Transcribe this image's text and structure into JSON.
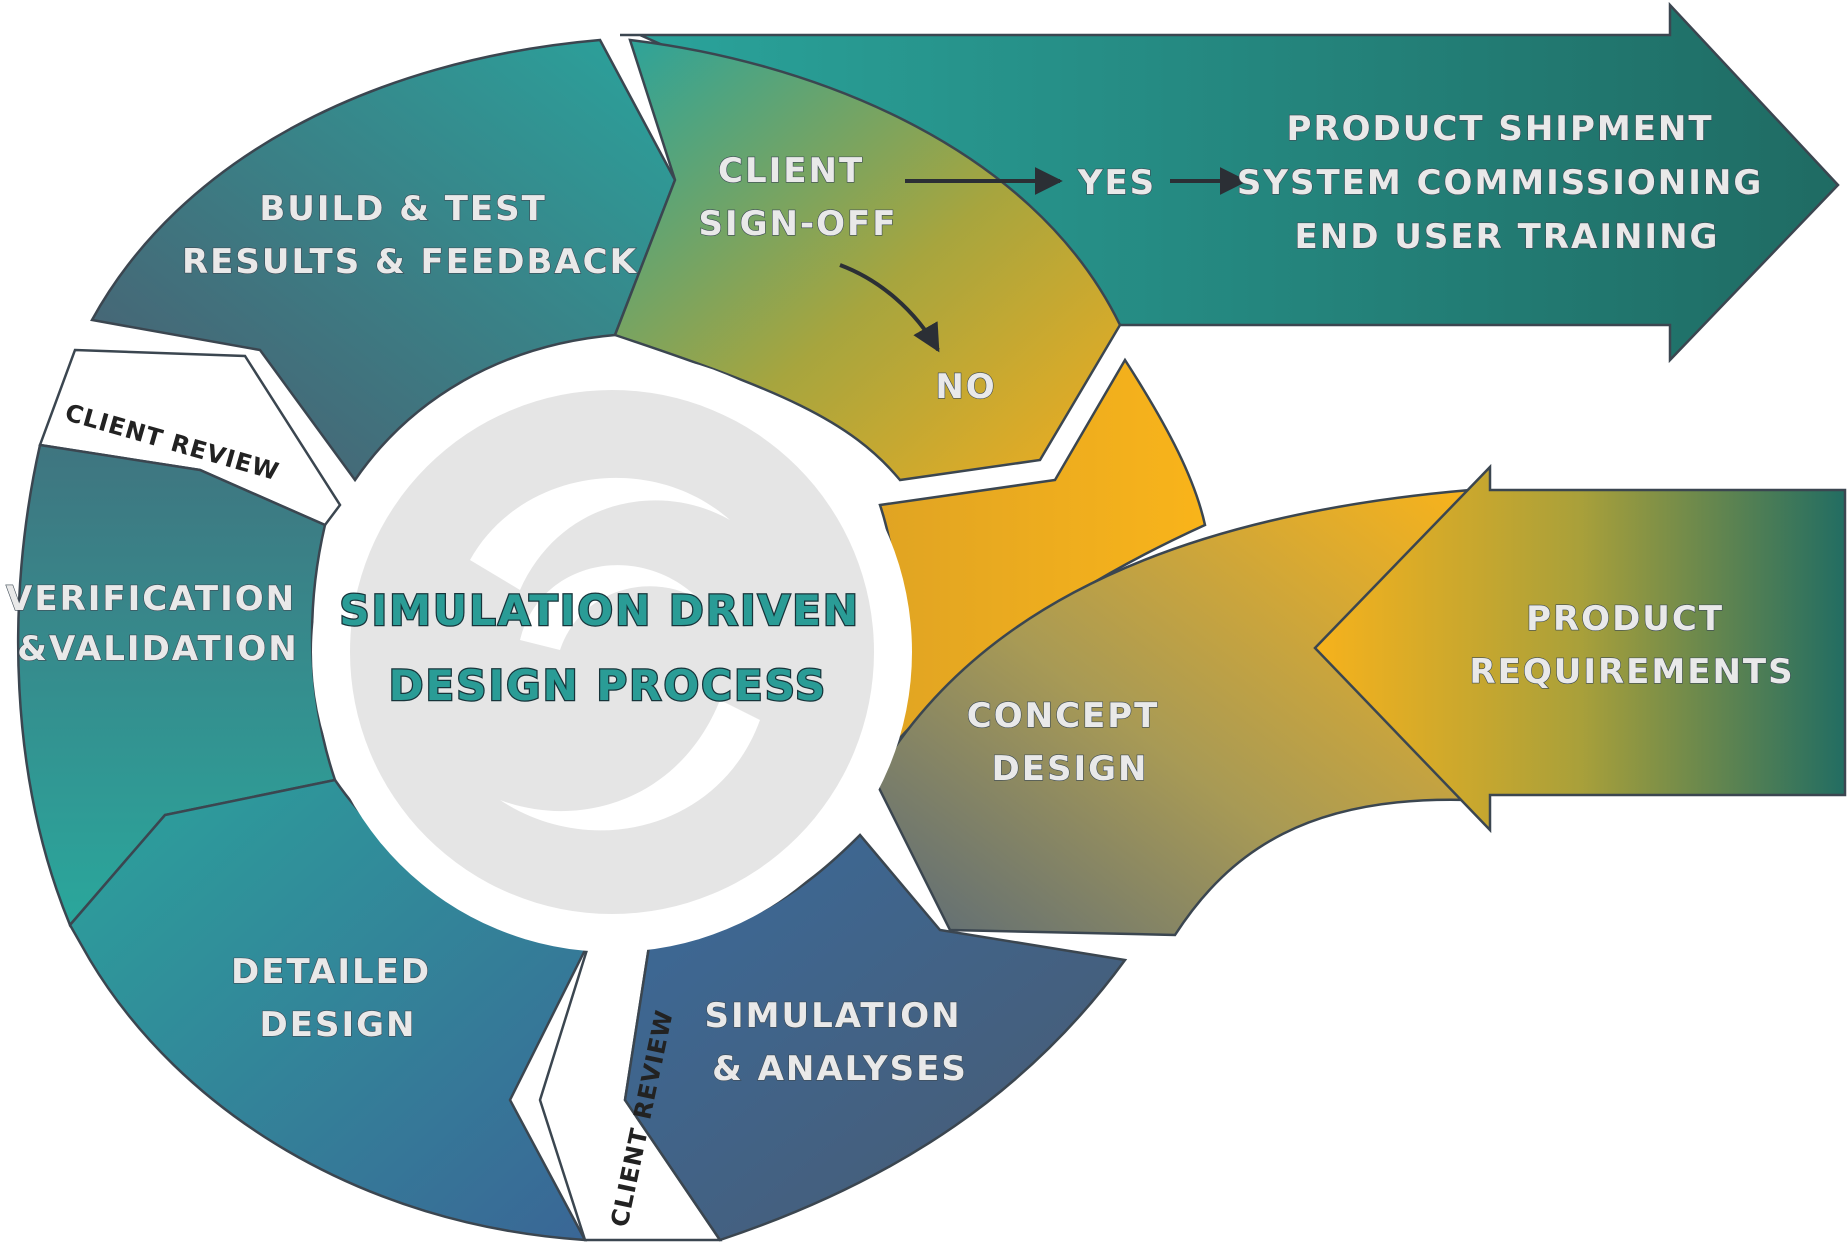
{
  "center_title": [
    "SIMULATION DRIVEN",
    "DESIGN PROCESS"
  ],
  "stages": {
    "build_test": [
      "BUILD & TEST",
      "RESULTS & FEEDBACK"
    ],
    "client_signoff": [
      "CLIENT",
      "SIGN-OFF"
    ],
    "yes": "YES",
    "no": "NO",
    "shipment": [
      "PRODUCT SHIPMENT",
      "SYSTEM COMMISSIONING",
      "END USER TRAINING"
    ],
    "product_requirements": [
      "PRODUCT",
      "REQUIREMENTS"
    ],
    "concept_design": [
      "CONCEPT",
      "DESIGN"
    ],
    "simulation": [
      "SIMULATION",
      "& ANALYSES"
    ],
    "detailed_design": [
      "DETAILED",
      "DESIGN"
    ],
    "verification": [
      "VERIFICATION",
      "&VALIDATION"
    ],
    "client_review_top": "CLIENT REVIEW",
    "client_review_bottom": "CLIENT REVIEW"
  },
  "colors": {
    "teal": "#2aa49c",
    "dark_teal": "#1f6b63",
    "slate": "#4a5a6e",
    "blue": "#3a6a9a",
    "amber": "#f7b21c",
    "olive": "#a9a33c"
  }
}
